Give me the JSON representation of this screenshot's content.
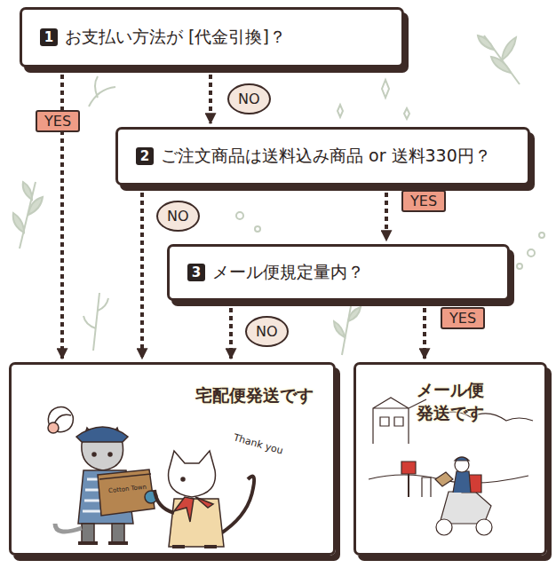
{
  "diagram": {
    "nodes": [
      {
        "text": [
          "1",
          "お支払い方法が [代金引換]？"
        ]
      },
      {
        "text": [
          "2",
          "ご注文商品は送料込み商品 or 送料330円？"
        ]
      },
      {
        "text": [
          "3",
          "メール便規定量内？"
        ]
      },
      {
        "text": [
          "宅配便発送です"
        ]
      },
      {
        "text": [
          "メール便 発送です"
        ]
      }
    ],
    "edges": [
      {
        "from": 0,
        "to": 3,
        "arrow": "to",
        "label": "YES"
      },
      {
        "from": 0,
        "to": 1,
        "arrow": "to",
        "label": "NO"
      },
      {
        "from": 1,
        "to": 3,
        "arrow": "to",
        "label": "NO"
      },
      {
        "from": 1,
        "to": 2,
        "arrow": "to",
        "label": "YES"
      },
      {
        "from": 2,
        "to": 3,
        "arrow": "to",
        "label": "NO"
      },
      {
        "from": 2,
        "to": 4,
        "arrow": "to",
        "label": "YES"
      }
    ],
    "labels": [
      "Thank you",
      "Cotton Town"
    ]
  }
}
